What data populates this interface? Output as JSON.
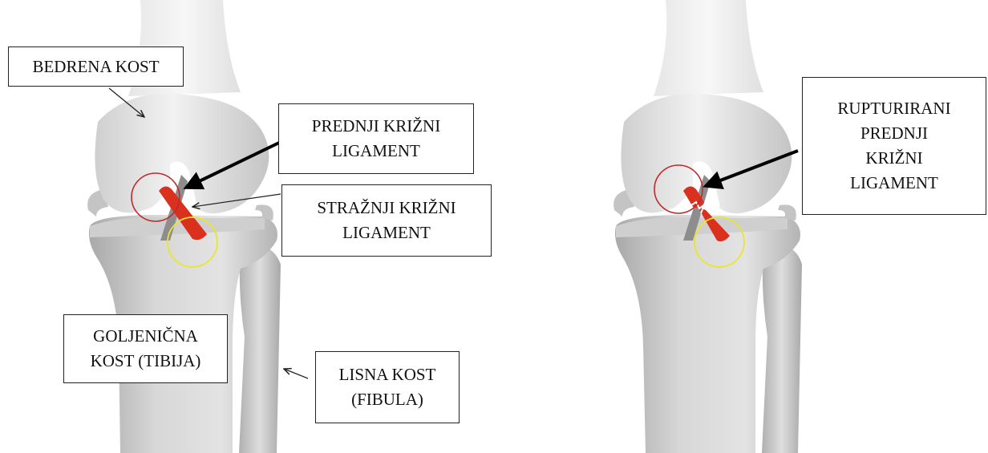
{
  "left_panel": {
    "femur_label": "BEDRENA KOST",
    "acl_label": [
      "PREDNJI KRIŽNI",
      "LIGAMENT"
    ],
    "pcl_label": [
      "STRAŽNJI KRIŽNI",
      "LIGAMENT"
    ],
    "tibia_label": [
      "GOLJENIČNA",
      "KOST (TIBIJA)"
    ],
    "fibula_label": [
      "LISNA KOST",
      "(FIBULA)"
    ]
  },
  "right_panel": {
    "ruptured_acl_label": [
      "RUPTURIRANI",
      "PREDNJI",
      "KRIŽNI",
      "LIGAMENT"
    ]
  },
  "colors": {
    "bone": "#d9d9d9",
    "bone_shadow": "#b7b7b7",
    "ligament": "#d9311e",
    "acl_circle": "#c0292b",
    "pcl_circle": "#e9e62c"
  }
}
